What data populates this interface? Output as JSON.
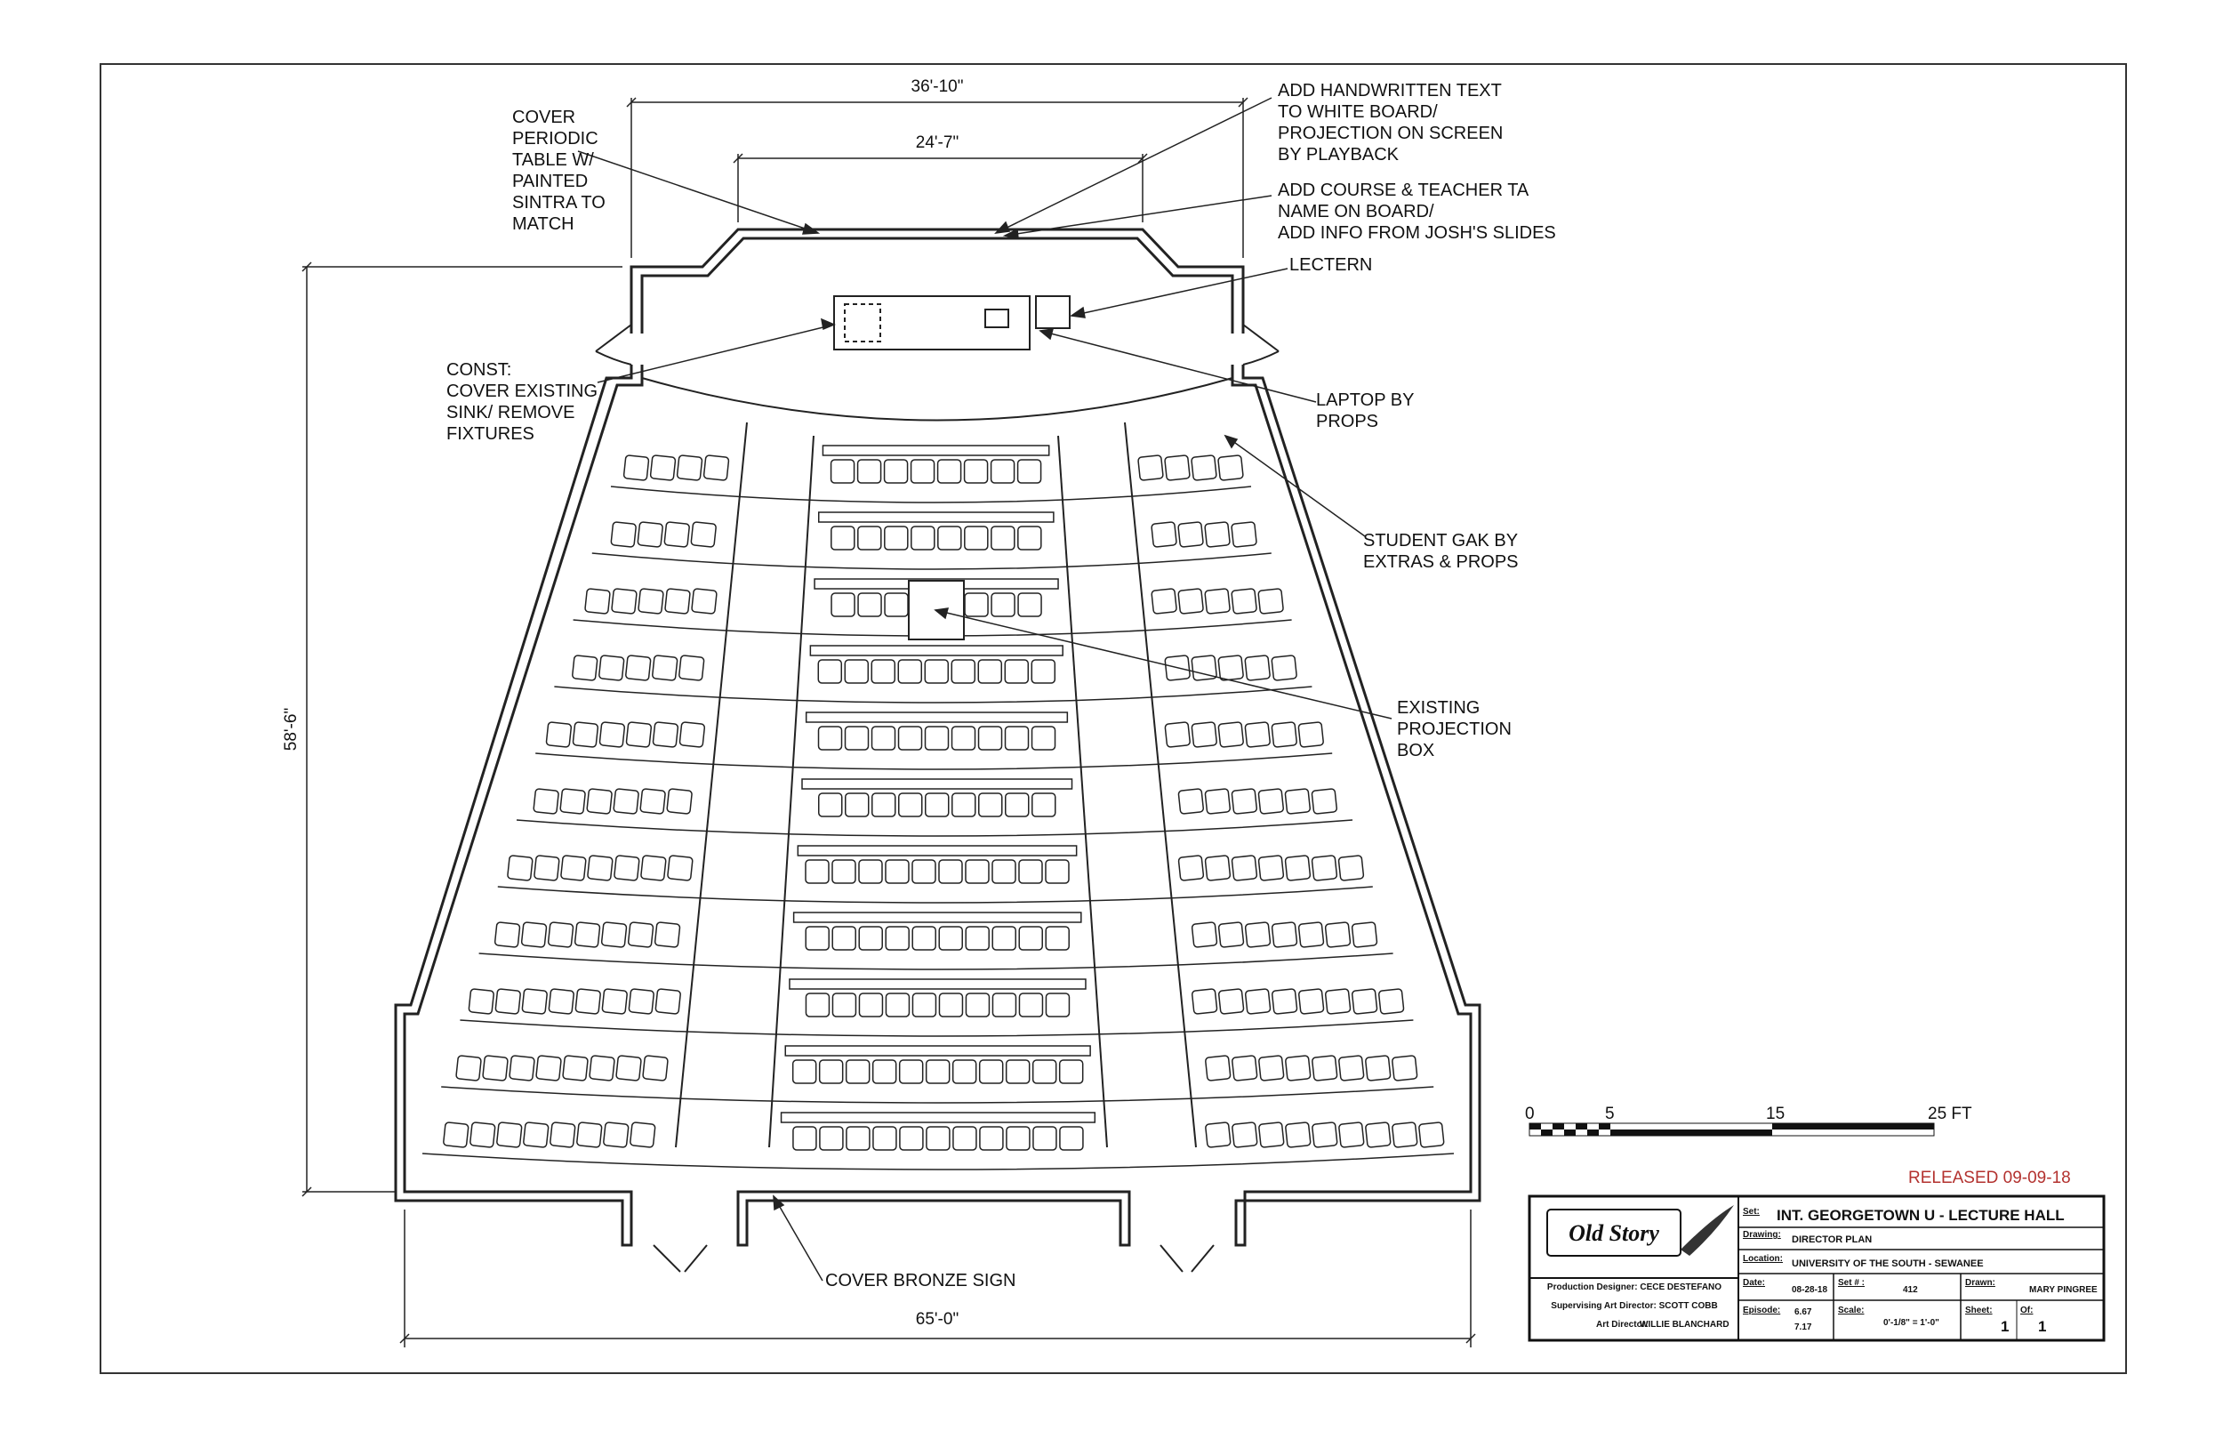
{
  "plan": {
    "dimensions": {
      "top_outer": "36'-10\"",
      "top_inner": "24'-7\"",
      "side": "58'-6\"",
      "bottom": "65'-0\""
    },
    "notes": {
      "periodic_table": [
        "COVER",
        "PERIODIC",
        "TABLE W/",
        "PAINTED",
        "SINTRA TO",
        "MATCH"
      ],
      "handwritten": [
        "ADD HANDWRITTEN TEXT",
        "TO WHITE BOARD/",
        "PROJECTION ON SCREEN",
        "BY PLAYBACK"
      ],
      "course_teacher": [
        "ADD COURSE & TEACHER TA",
        "NAME ON BOARD/",
        "ADD INFO FROM JOSH'S SLIDES"
      ],
      "lectern": [
        "LECTERN"
      ],
      "const": [
        "CONST:",
        "COVER EXISTING",
        "SINK/ REMOVE",
        "FIXTURES"
      ],
      "laptop": [
        "LAPTOP BY",
        "PROPS"
      ],
      "student_gak": [
        "STUDENT GAK BY",
        "EXTRAS & PROPS"
      ],
      "projection_box": [
        "EXISTING",
        "PROJECTION",
        "BOX"
      ],
      "bronze_sign": [
        "COVER BRONZE SIGN"
      ]
    },
    "scale_bar": {
      "labels": [
        "0",
        "5",
        "15",
        "25 FT"
      ]
    },
    "released": "RELEASED 09-09-18"
  },
  "title_block": {
    "logo_text": "Old Story",
    "production_designer": "Production Designer: CECE DESTEFANO",
    "supervising_art_director": "Supervising Art Director: SCOTT COBB",
    "art_director_label": "Art Director:",
    "art_director": "WILLIE BLANCHARD",
    "set_label": "Set:",
    "set_value": "INT. GEORGETOWN U - LECTURE HALL",
    "drawing_label": "Drawing:",
    "drawing_value": "DIRECTOR PLAN",
    "location_label": "Location:",
    "location_value": "UNIVERSITY OF THE SOUTH - SEWANEE",
    "date_label": "Date:",
    "date_value": "08-28-18",
    "setnum_label": "Set # :",
    "setnum_value": "412",
    "drawn_label": "Drawn:",
    "drawn_value": "MARY PINGREE",
    "episode_label": "Episode:",
    "episode_values": [
      "6.67",
      "7.17"
    ],
    "scale_label": "Scale:",
    "scale_value": "0'-1/8\" = 1'-0\"",
    "sheet_label": "Sheet:",
    "sheet_value": "1",
    "of_label": "Of:",
    "of_value": "1"
  }
}
